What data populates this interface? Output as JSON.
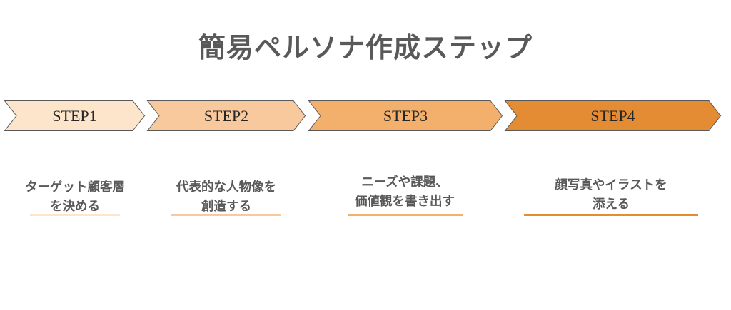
{
  "title": "簡易ペルソナ作成ステップ",
  "steps": [
    {
      "label": "STEP1",
      "desc_line1": "ターゲット顧客層",
      "desc_line2": "を決める",
      "fill": "#fde5cc",
      "underline": "#fde5cc"
    },
    {
      "label": "STEP2",
      "desc_line1": "代表的な人物像を",
      "desc_line2": "創造する",
      "fill": "#f8c99c",
      "underline": "#f8c99c"
    },
    {
      "label": "STEP3",
      "desc_line1": "ニーズや課題、",
      "desc_line2": "価値観を書き出す",
      "fill": "#f2b06c",
      "underline": "#f2b06c"
    },
    {
      "label": "STEP4",
      "desc_line1": "顔写真やイラストを",
      "desc_line2": "添える",
      "fill": "#e38c34",
      "underline": "#e38c34"
    }
  ],
  "colors": {
    "stroke": "#595959",
    "title": "#595959",
    "text": "#595959"
  }
}
